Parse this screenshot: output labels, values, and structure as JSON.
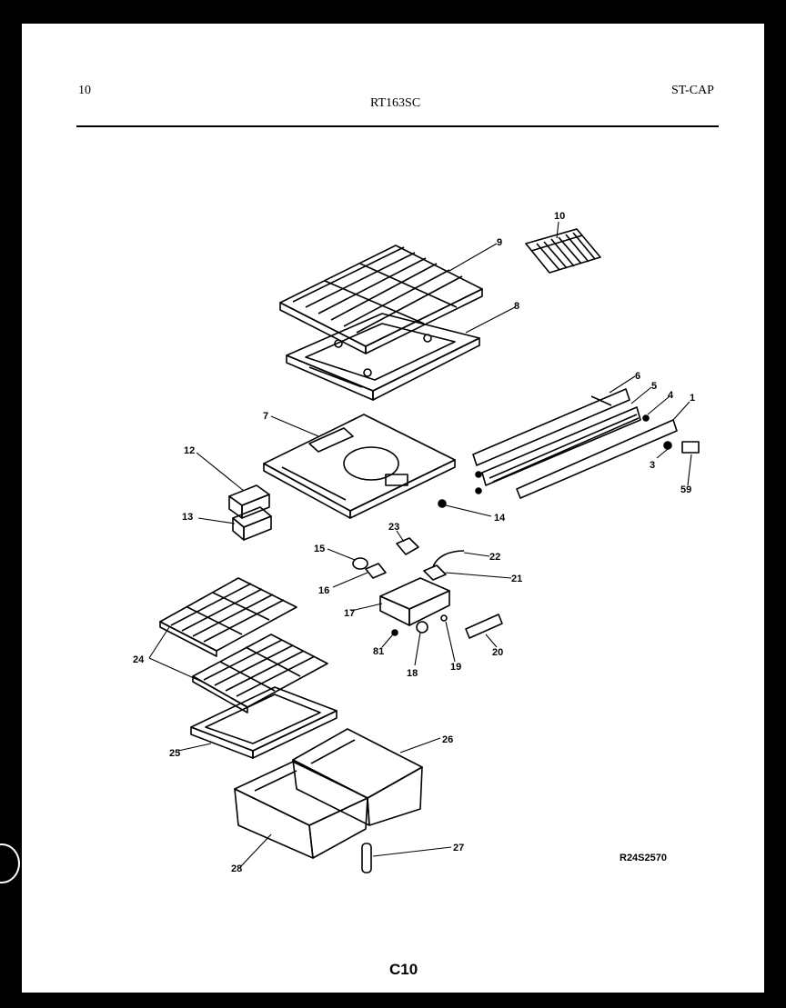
{
  "header": {
    "page_number": "10",
    "model": "RT163SC",
    "section": "ST-CAP"
  },
  "callouts": [
    "10",
    "9",
    "8",
    "6",
    "5",
    "4",
    "1",
    "7",
    "3",
    "59",
    "12",
    "13",
    "14",
    "23",
    "15",
    "22",
    "16",
    "21",
    "17",
    "81",
    "18",
    "19",
    "20",
    "24",
    "25",
    "26",
    "28",
    "27"
  ],
  "reference_code": "R24S2570",
  "page_code": "C10"
}
